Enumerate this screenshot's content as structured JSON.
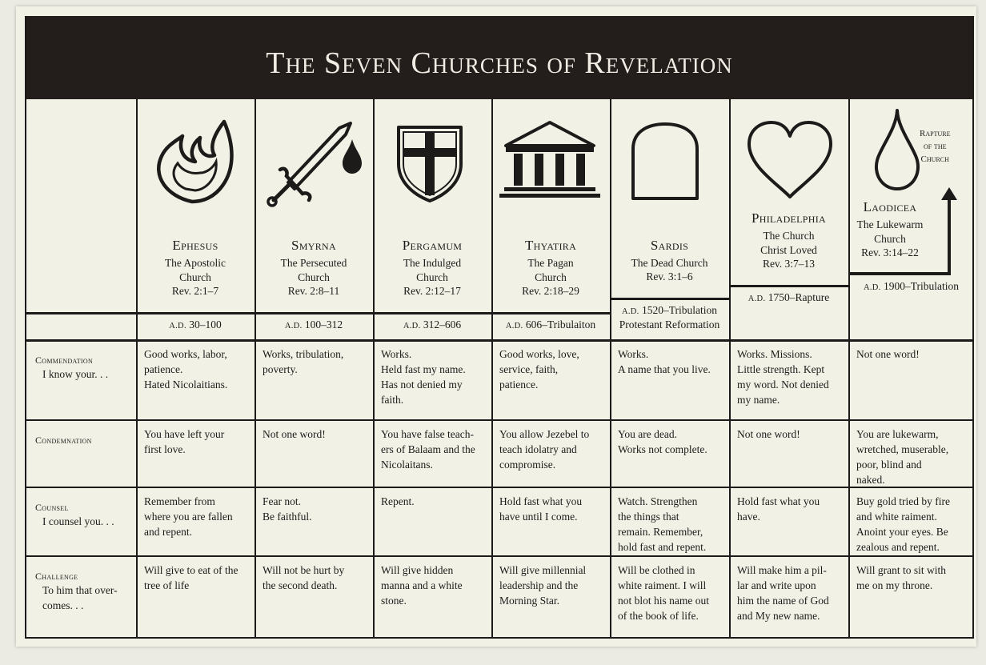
{
  "title": "The Seven Churches of Revelation",
  "rapture_label": [
    "Rapture",
    "of the",
    "Church"
  ],
  "churches": [
    {
      "name": "Ephesus",
      "desc": [
        "The Apostolic",
        "Church"
      ],
      "ref": "Rev. 2:1–7",
      "date_ad": "A.D.",
      "date_text": "30–100",
      "date_extra": "",
      "icon": "flame-icon"
    },
    {
      "name": "Smyrna",
      "desc": [
        "The Persecuted",
        "Church"
      ],
      "ref": "Rev. 2:8–11",
      "date_ad": "A.D.",
      "date_text": "100–312",
      "date_extra": "",
      "icon": "sword-icon"
    },
    {
      "name": "Pergamum",
      "desc": [
        "The Indulged",
        "Church"
      ],
      "ref": "Rev. 2:12–17",
      "date_ad": "A.D.",
      "date_text": "312–606",
      "date_extra": "",
      "icon": "shield-cross-icon"
    },
    {
      "name": "Thyatira",
      "desc": [
        "The Pagan",
        "Church"
      ],
      "ref": "Rev. 2:18–29",
      "date_ad": "A.D.",
      "date_text": "606–Tribulaiton",
      "date_extra": "",
      "icon": "temple-icon"
    },
    {
      "name": "Sardis",
      "desc": [
        "The Dead Church"
      ],
      "ref": "Rev. 3:1–6",
      "date_ad": "A.D.",
      "date_text": "1520–Tribulation",
      "date_extra": "Protestant Reformation",
      "icon": "tombstone-icon"
    },
    {
      "name": "Philadelphia",
      "desc": [
        "The Church",
        "Christ Loved"
      ],
      "ref": "Rev. 3:7–13",
      "date_ad": "A.D.",
      "date_text": "1750–Rapture",
      "date_extra": "",
      "icon": "heart-icon"
    },
    {
      "name": "Laodicea",
      "desc": [
        "The Lukewarm",
        "Church"
      ],
      "ref": "Rev. 3:14–22",
      "date_ad": "A.D.",
      "date_text": "1900–Tribulation",
      "date_extra": "",
      "icon": "drop-icon"
    }
  ],
  "rows": [
    {
      "label": "Commendation",
      "sub": [
        "I know your. . ."
      ],
      "cells": [
        [
          "Good works, labor,",
          "patience.",
          "Hated Nicolaitians."
        ],
        [
          "Works, tribulation,",
          "poverty."
        ],
        [
          "Works.",
          "Held fast my name.",
          "Has not denied my",
          "faith."
        ],
        [
          "Good works, love,",
          "service, faith,",
          "patience."
        ],
        [
          "Works.",
          "A name that you live."
        ],
        [
          "Works. Missions.",
          "Little strength. Kept",
          "my word. Not denied",
          "my name."
        ],
        [
          "Not one word!"
        ]
      ]
    },
    {
      "label": "Condemnation",
      "sub": [],
      "cells": [
        [
          "You have left your",
          "first love."
        ],
        [
          "Not one word!"
        ],
        [
          "You have false teach-",
          "ers of Balaam and the",
          "Nicolaitans."
        ],
        [
          "You allow Jezebel to",
          "teach idolatry  and",
          "compromise."
        ],
        [
          "You are dead.",
          "Works not complete."
        ],
        [
          "Not one word!"
        ],
        [
          "You are lukewarm,",
          "wretched, muserable,",
          "poor, blind and",
          "naked."
        ]
      ]
    },
    {
      "label": "Counsel",
      "sub": [
        "I counsel you. . ."
      ],
      "cells": [
        [
          "Remember from",
          "where you are fallen",
          "and repent."
        ],
        [
          "Fear not.",
          "Be faithful."
        ],
        [
          "Repent."
        ],
        [
          "Hold fast what you",
          "have until I come."
        ],
        [
          "Watch. Strengthen",
          "the things that",
          "remain. Remember,",
          "hold fast and repent."
        ],
        [
          "Hold fast what you",
          "have."
        ],
        [
          "Buy gold tried by fire",
          "and white raiment.",
          "Anoint your eyes. Be",
          "zealous and repent."
        ]
      ]
    },
    {
      "label": "Challenge",
      "sub": [
        "To him that over-",
        "comes. . ."
      ],
      "cells": [
        [
          "Will give to eat of the",
          "tree of life"
        ],
        [
          "Will not be hurt by",
          "the second death."
        ],
        [
          "Will give hidden",
          "manna and a white",
          "stone."
        ],
        [
          "Will give millennial",
          "leadership and the",
          "Morning Star."
        ],
        [
          "Will be clothed in",
          "white raiment. I will",
          "not blot his name out",
          "of the book of life."
        ],
        [
          "Will make him a pil-",
          "lar and write upon",
          "him the name of God",
          "and My new name."
        ],
        [
          "Will grant to sit with",
          "me on my throne."
        ]
      ]
    }
  ]
}
